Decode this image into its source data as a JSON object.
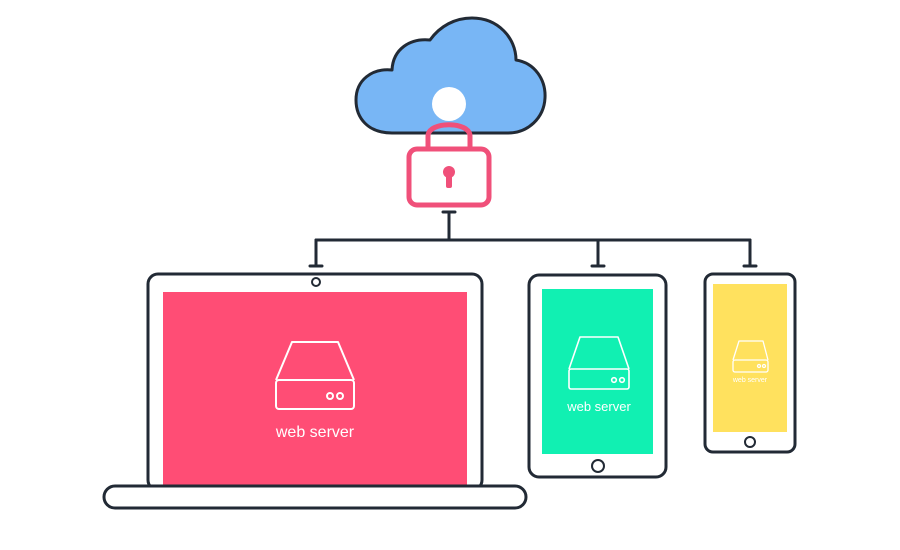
{
  "colors": {
    "cloud": "#78b6f5",
    "lock": "#f0507a",
    "outline": "#222a35",
    "laptop_screen": "#ff4d75",
    "tablet_screen": "#11f0b2",
    "phone_screen": "#ffe15e",
    "label": "#ffffff"
  },
  "cloud": {
    "icon": "cloud-icon"
  },
  "lock": {
    "icon": "padlock-icon"
  },
  "devices": {
    "laptop": {
      "icon": "server-icon",
      "label": "web server"
    },
    "tablet": {
      "icon": "server-icon",
      "label": "web server"
    },
    "phone": {
      "icon": "server-icon",
      "label": "web server"
    }
  }
}
